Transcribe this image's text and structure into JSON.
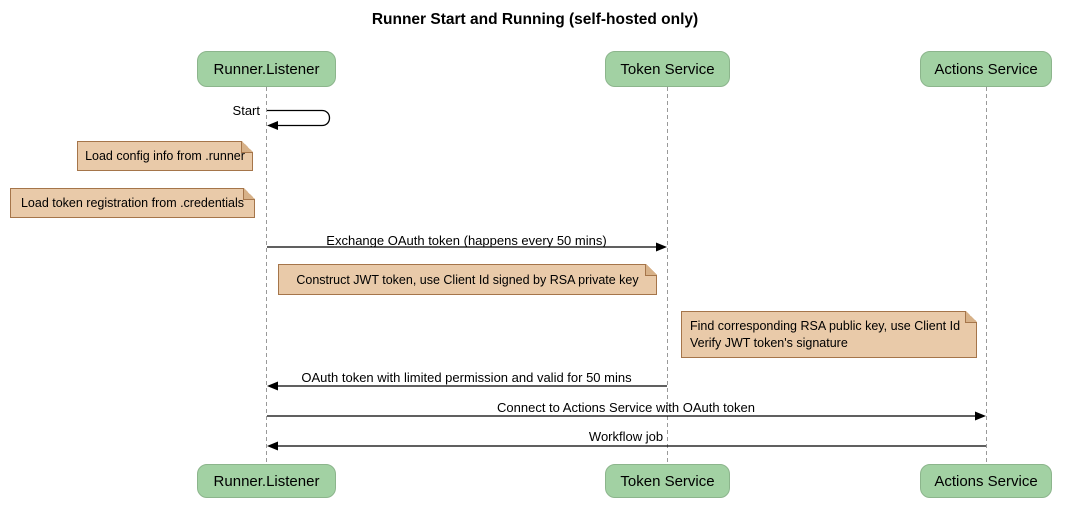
{
  "title": "Runner Start and Running (self-hosted only)",
  "participants": [
    {
      "label": "Runner.Listener"
    },
    {
      "label": "Token Service"
    },
    {
      "label": "Actions Service"
    }
  ],
  "messages": {
    "start": "Start",
    "exchange": "Exchange OAuth token (happens every 50 mins)",
    "oauth_return": "OAuth token with limited permission and valid for 50 mins",
    "connect": "Connect to Actions Service with OAuth token",
    "workflow": "Workflow job"
  },
  "notes": {
    "load_config": "Load config info from .runner",
    "load_token": "Load token registration from .credentials",
    "construct_jwt": "Construct JWT token, use Client Id signed by RSA private key",
    "verify": {
      "lines": [
        "Find corresponding RSA public key, use Client Id",
        "Verify JWT token's signature"
      ]
    }
  },
  "colors": {
    "participant_fill": "#a2d1a3",
    "participant_border": "#8cb58c",
    "note_fill": "#e9caa9",
    "note_border": "#a5754a",
    "note_fold": "#d7b188",
    "lifeline": "#999999",
    "arrow": "#000000"
  }
}
